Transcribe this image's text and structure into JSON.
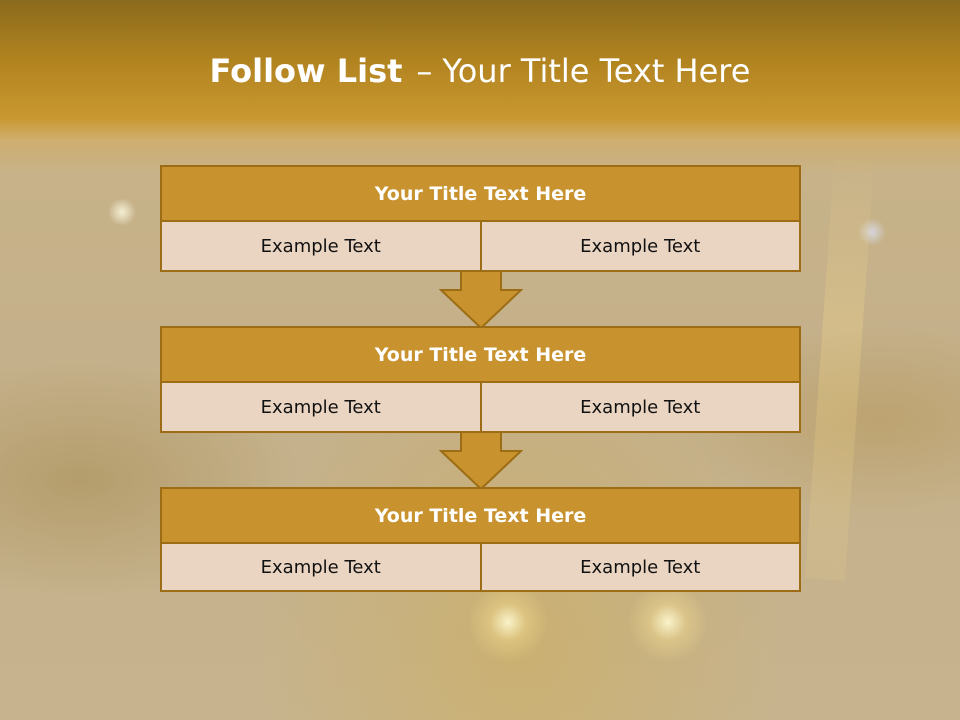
{
  "slide": {
    "title_bold": "Follow List",
    "title_separator": "–",
    "title_rest": "Your Title Text Here"
  },
  "steps": [
    {
      "title": "Your Title Text Here",
      "left": "Example Text",
      "right": "Example Text"
    },
    {
      "title": "Your Title Text Here",
      "left": "Example Text",
      "right": "Example Text"
    },
    {
      "title": "Your Title Text Here",
      "left": "Example Text",
      "right": "Example Text"
    }
  ],
  "colors": {
    "header_fill": "#c8922e",
    "header_border": "#9c6d14",
    "cell_fill": "#ead5c2",
    "top_band": "#b1831f"
  }
}
